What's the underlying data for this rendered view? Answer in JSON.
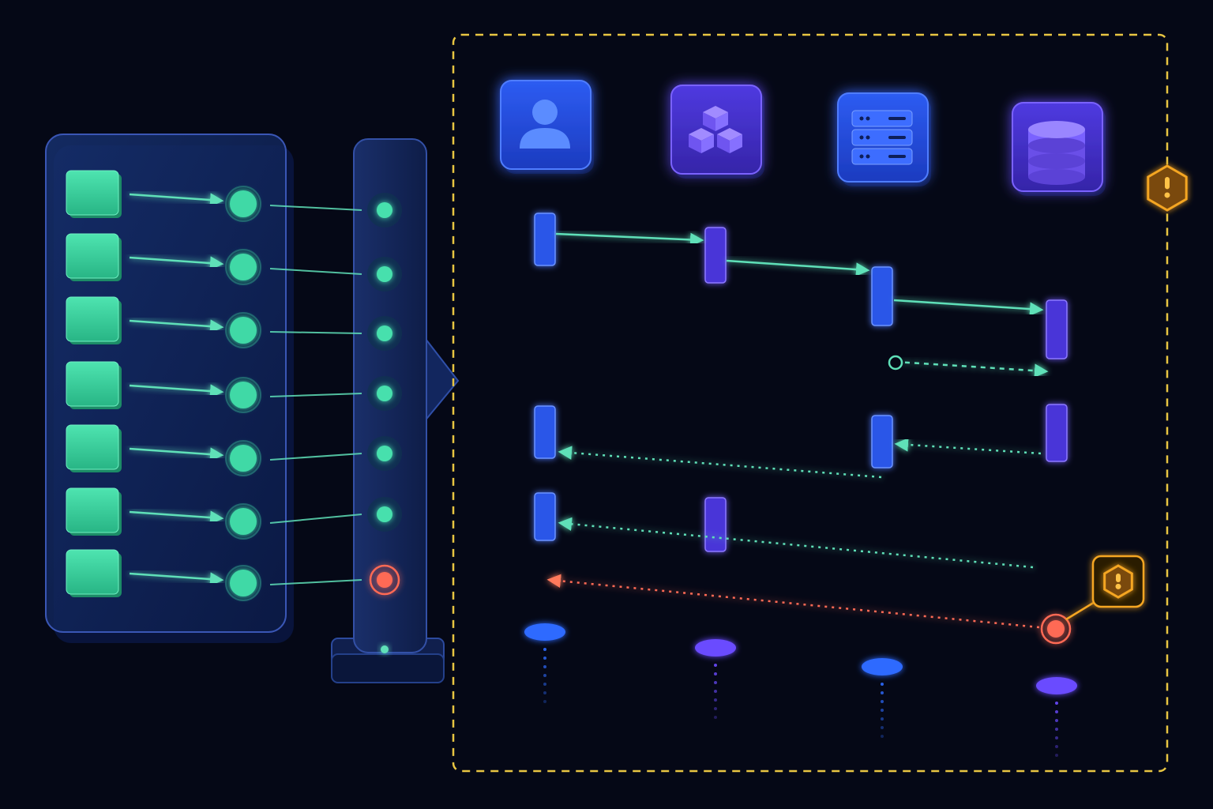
{
  "colors": {
    "background": "#050816",
    "panel": "#0f1f4d",
    "panel_border": "#3550a8",
    "step_green": "#3dd6a0",
    "connector_green": "#5fe0b8",
    "error_red": "#ff6a55",
    "warning_amber": "#f5a623",
    "boundary_yellow": "#e8c542",
    "lifeline_blue": "#2e6bff",
    "lifeline_violet": "#6a4bff"
  },
  "pipeline": {
    "steps": [
      {
        "status": "ok"
      },
      {
        "status": "ok"
      },
      {
        "status": "ok"
      },
      {
        "status": "ok"
      },
      {
        "status": "ok"
      },
      {
        "status": "ok"
      },
      {
        "status": "error"
      }
    ]
  },
  "sequence": {
    "participants": [
      {
        "icon": "user-icon",
        "color": "#2e6bff"
      },
      {
        "icon": "cubes-icon",
        "color": "#6a4bff"
      },
      {
        "icon": "server-icon",
        "color": "#2e6bff"
      },
      {
        "icon": "database-icon",
        "color": "#6a4bff"
      }
    ],
    "messages": [
      {
        "from": 0,
        "to": 1,
        "kind": "request"
      },
      {
        "from": 1,
        "to": 2,
        "kind": "request"
      },
      {
        "from": 2,
        "to": 3,
        "kind": "request"
      },
      {
        "from": 2,
        "to": 3,
        "kind": "async"
      },
      {
        "from": 3,
        "to": 2,
        "kind": "response"
      },
      {
        "from": 2,
        "to": 0,
        "kind": "response"
      },
      {
        "from": 3,
        "to": 0,
        "kind": "response"
      },
      {
        "from": 3,
        "to": 0,
        "kind": "error"
      }
    ],
    "warnings": [
      {
        "icon": "warning-hexagon-icon",
        "target": "boundary"
      },
      {
        "icon": "warning-hexagon-icon",
        "target": "error-message"
      }
    ]
  }
}
